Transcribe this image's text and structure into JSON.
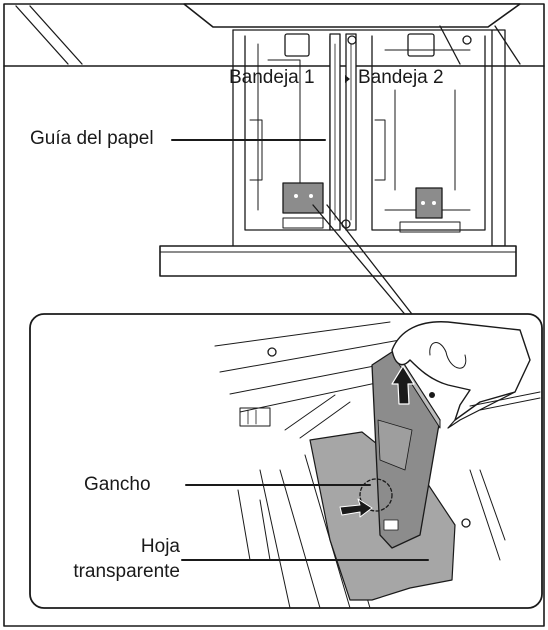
{
  "labels": {
    "tray1": "Bandeja 1",
    "tray2": "Bandeja 2",
    "paper_guide": "Guía del papel",
    "hook": "Gancho",
    "sheet_line1": "Hoja",
    "sheet_line2": "transparente"
  },
  "colors": {
    "line": "#1a1a1a",
    "sheet_fill": "#a6a6a6",
    "guide_fill": "#8c8c8c",
    "background": "#ffffff"
  },
  "icons": [
    "up-arrow-icon",
    "push-arrow-icon",
    "hand-icon"
  ]
}
